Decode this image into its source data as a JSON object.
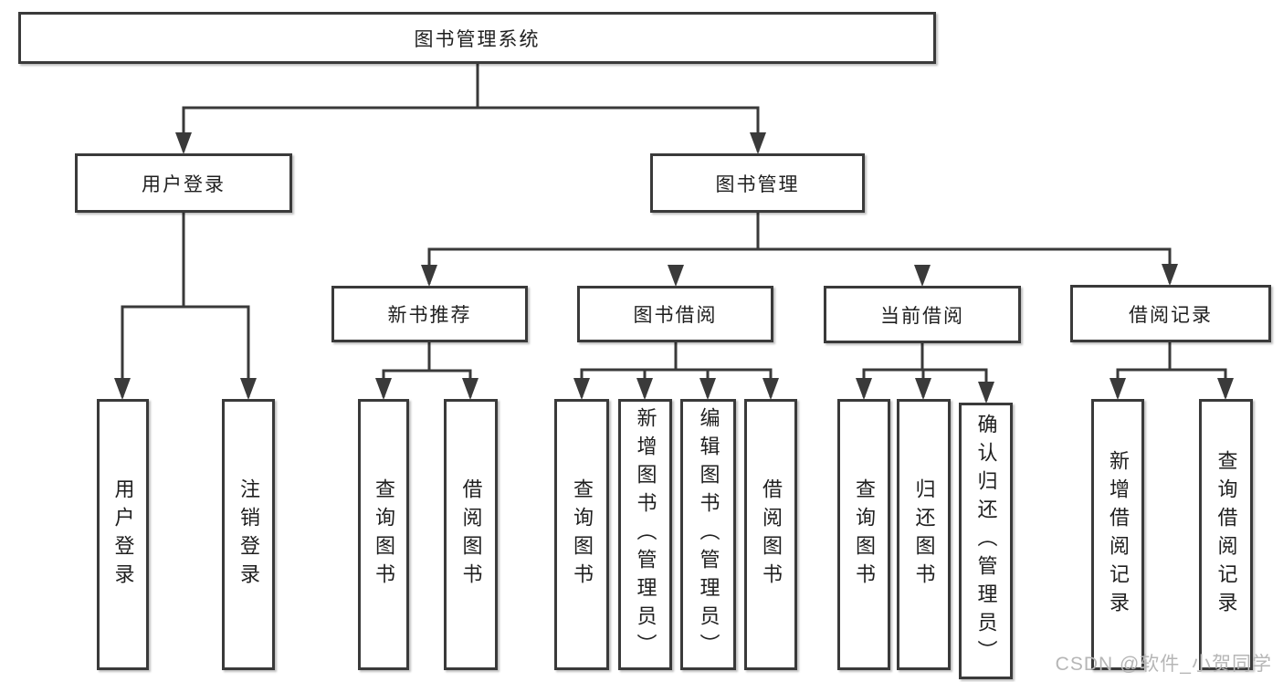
{
  "diagram": {
    "root": {
      "label": "图书管理系统"
    },
    "branches": [
      {
        "label": "用户登录",
        "children": [
          {
            "label": "用户登录"
          },
          {
            "label": "注销登录"
          }
        ]
      },
      {
        "label": "图书管理",
        "children": [
          {
            "label": "新书推荐",
            "children": [
              {
                "label": "查询图书"
              },
              {
                "label": "借阅图书"
              }
            ]
          },
          {
            "label": "图书借阅",
            "children": [
              {
                "label": "查询图书"
              },
              {
                "label": "新增图书（管理员）"
              },
              {
                "label": "编辑图书（管理员）"
              },
              {
                "label": "借阅图书"
              }
            ]
          },
          {
            "label": "当前借阅",
            "children": [
              {
                "label": "查询图书"
              },
              {
                "label": "归还图书"
              },
              {
                "label": "确认归还（管理员）"
              }
            ]
          },
          {
            "label": "借阅记录",
            "children": [
              {
                "label": "新增借阅记录"
              },
              {
                "label": "查询借阅记录"
              }
            ]
          }
        ]
      }
    ]
  },
  "watermark": {
    "text": "CSDN @软件_小贺同学"
  },
  "colors": {
    "line": "#3a3a3a",
    "text": "#1f1f1f",
    "watermark": "#b6b6b6",
    "node-bg": "#ffffff",
    "bg": "#ffffff"
  }
}
